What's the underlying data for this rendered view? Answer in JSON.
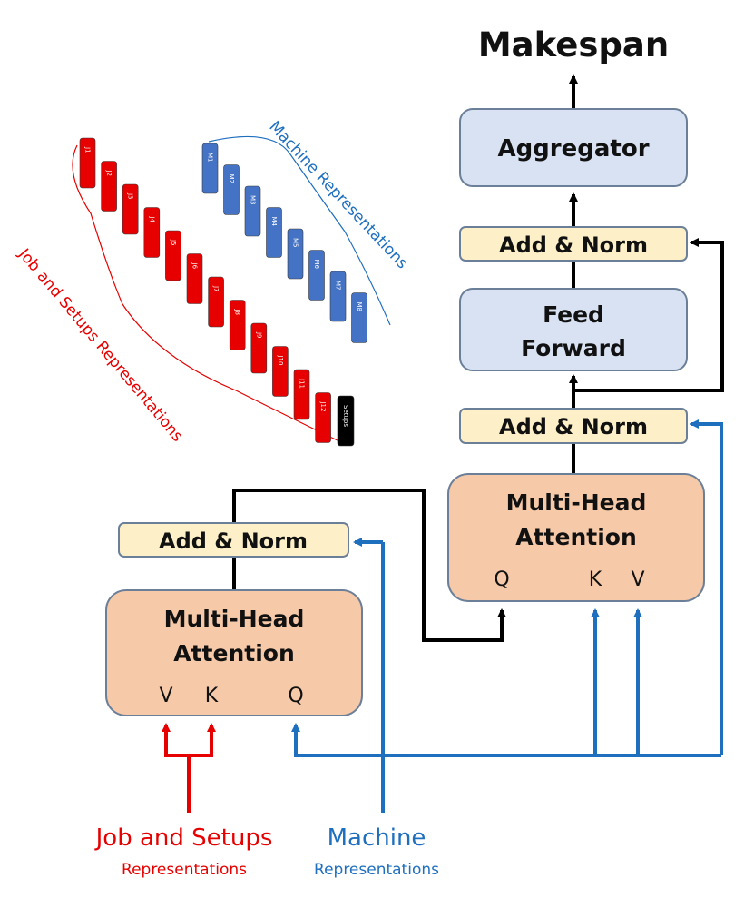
{
  "output_label": "Makespan",
  "aggregator_label": "Aggregator",
  "add_norm_label": "Add & Norm",
  "feed_forward": {
    "line1": "Feed",
    "line2": "Forward"
  },
  "mha": {
    "line1": "Multi-Head",
    "line2": "Attention"
  },
  "ports": {
    "q": "Q",
    "k": "K",
    "v": "V"
  },
  "inputs": {
    "job_title": "Job and Setups",
    "job_subtitle": "Representations",
    "machine_title": "Machine",
    "machine_subtitle": "Representations"
  },
  "brace_labels": {
    "machine": "Machine Representations",
    "job": "Job and Setups Representations"
  },
  "jobs": [
    "J1",
    "J2",
    "J3",
    "J4",
    "J5",
    "J6",
    "J7",
    "J8",
    "J9",
    "J10",
    "J11",
    "J12"
  ],
  "setups_label": "Setups",
  "machines": [
    "M1",
    "M2",
    "M3",
    "M4",
    "M5",
    "M6",
    "M7",
    "M8"
  ],
  "colors": {
    "job": "#e60000",
    "machine": "#1f6fbf",
    "machine_chip": "#4472c4",
    "setups_chip": "#000000",
    "mha_fill": "#f6c9a8",
    "norm_fill": "#fdf0c8",
    "ff_fill": "#d9e2f3",
    "box_stroke": "#6b7f99",
    "arrow_black": "#000000"
  }
}
